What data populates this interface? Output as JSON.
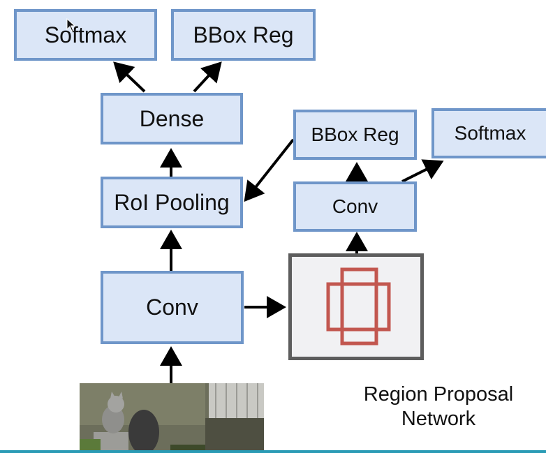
{
  "diagram": {
    "top_left_softmax": "Softmax",
    "top_bbox_reg": "BBox Reg",
    "dense": "Dense",
    "roi_pooling": "RoI Pooling",
    "conv_main": "Conv",
    "rpn_bbox_reg": "BBox Reg",
    "rpn_softmax": "Softmax",
    "rpn_conv": "Conv",
    "rpn_caption_line1": "Region Proposal",
    "rpn_caption_line2": "Network"
  },
  "colors": {
    "box_fill": "#dbe6f7",
    "box_border": "#6f96c9",
    "rpn_border": "#5d5d5d",
    "rpn_glyph": "#c2574f",
    "arrow": "#000000"
  },
  "images": {
    "input_photo": "cat-photo",
    "rpn_glyph": "overlapping-boxes-icon"
  }
}
